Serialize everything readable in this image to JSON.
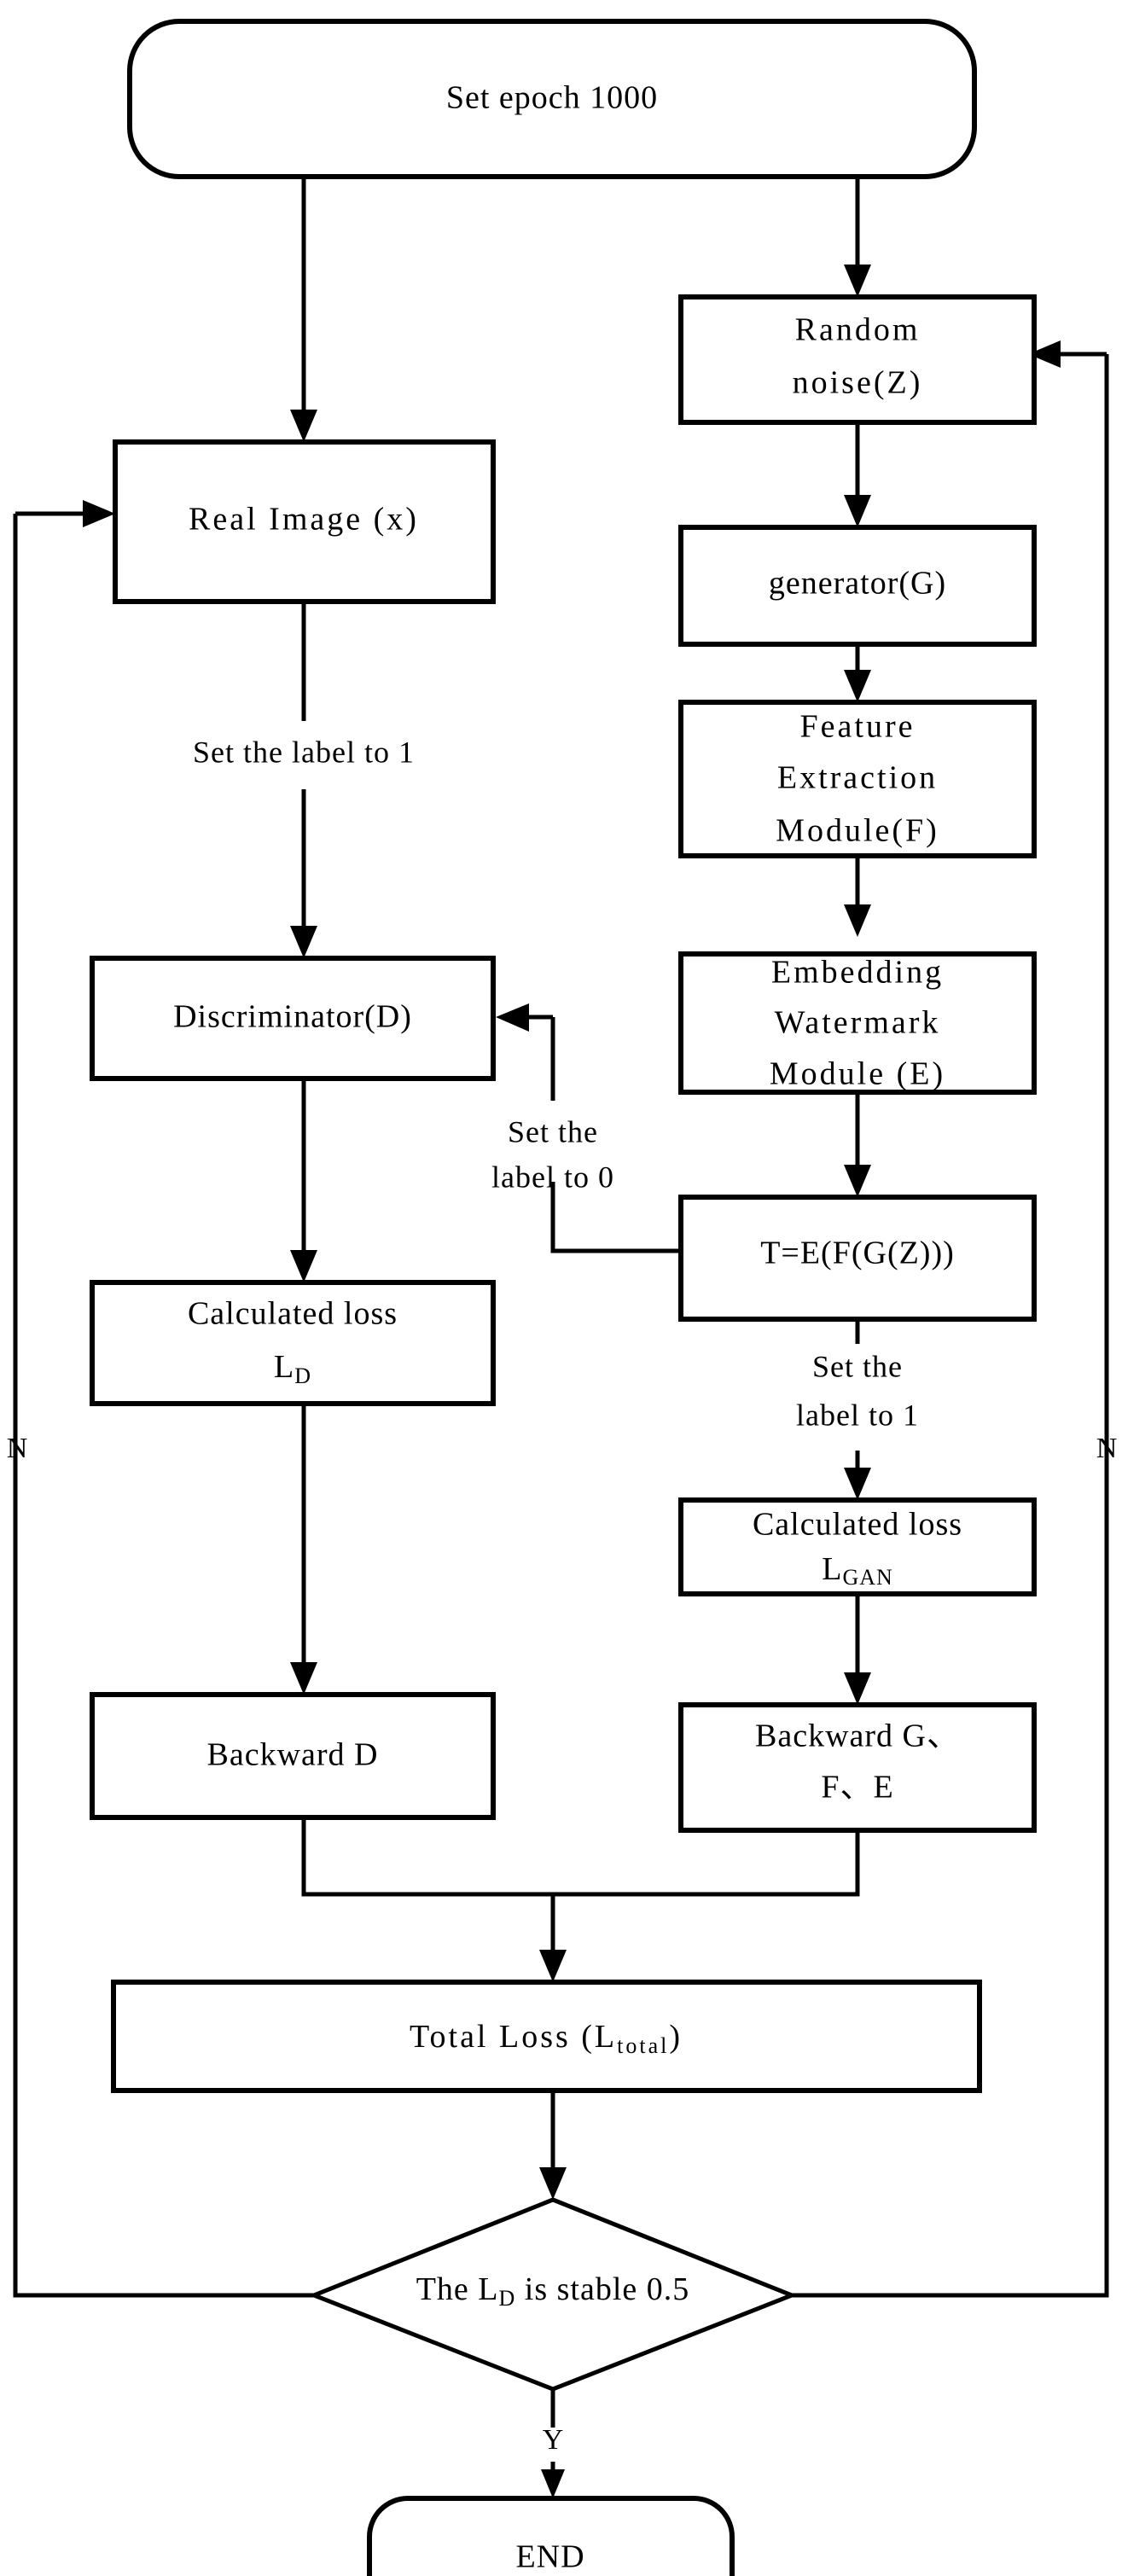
{
  "diagram": {
    "title": "GAN watermark embedding training flowchart",
    "colors": {
      "stroke": "#000000",
      "fill": "#ffffff",
      "text": "#000000"
    },
    "nodes": {
      "start": {
        "label": "Set epoch 1000",
        "shape": "rounded-terminator"
      },
      "random_noise": {
        "line1": "Random",
        "line2": "noise(Z)",
        "shape": "rect"
      },
      "real_image": {
        "label": "Real Image (x)",
        "shape": "rect"
      },
      "generator": {
        "label": "generator(G)",
        "shape": "rect"
      },
      "feature_extraction": {
        "line1": "Feature",
        "line2": "Extraction",
        "line3": "Module(F)",
        "shape": "rect"
      },
      "discriminator": {
        "label": "Discriminator(D)",
        "shape": "rect"
      },
      "embedding_watermark": {
        "line1": "Embedding",
        "line2": "Watermark",
        "line3": "Module (E)",
        "shape": "rect"
      },
      "t_expression": {
        "label": "T=E(F(G(Z)))",
        "shape": "rect"
      },
      "loss_d": {
        "line1": "Calculated loss",
        "line2_base": "L",
        "line2_sub": "D",
        "shape": "rect"
      },
      "loss_gan": {
        "line1": "Calculated loss",
        "line2_base": "L",
        "line2_sub": "GAN",
        "shape": "rect"
      },
      "backward_d": {
        "label": "Backward D",
        "shape": "rect"
      },
      "backward_gfe": {
        "line1": "Backward G、",
        "line2": "F、E",
        "shape": "rect"
      },
      "total_loss": {
        "base": "Total Loss (L",
        "sub": "total",
        "tail": ")",
        "shape": "rect"
      },
      "decision": {
        "base": "The L",
        "sub": "D",
        "tail": " is stable 0.5",
        "shape": "diamond"
      },
      "end": {
        "label": "END",
        "shape": "rounded-terminator"
      }
    },
    "edge_labels": {
      "set_label_1_left": "Set the label to 1",
      "set_label_0_line1": "Set the",
      "set_label_0_line2": "label to 0",
      "set_label_1_right_line1": "Set the",
      "set_label_1_right_line2": "label to 1",
      "branch_no_left": "N",
      "branch_no_right": "N",
      "branch_yes": "Y"
    }
  }
}
